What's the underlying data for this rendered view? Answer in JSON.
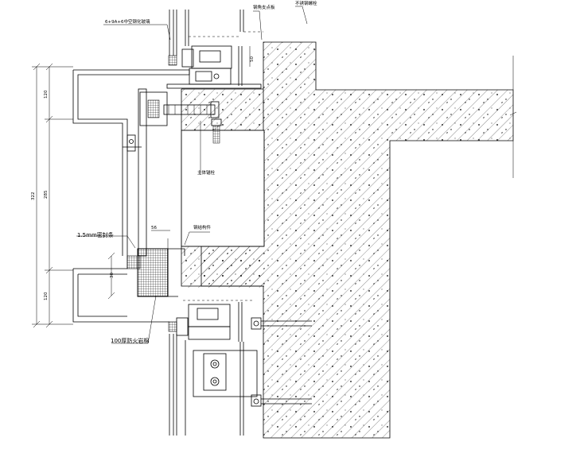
{
  "labels": {
    "glass_spec": "6+9A+6中空钢化玻璃",
    "label_top_mid": "钢角支点板",
    "label_top_right": "不锈钢螺栓",
    "anchor_label": "主体锚栓",
    "steel_member_label": "钢结构件",
    "sealant_label": "1.5mm密封条",
    "fire_label": "100厚防火岩棉"
  },
  "dimensions": {
    "left_outer_total": "322",
    "left_top": "120",
    "left_mid": "285",
    "left_bottom": "120",
    "small_right_top": "50",
    "small_bottom_a": "56",
    "small_bottom_b": "30"
  },
  "colors": {
    "line": "#000000",
    "background": "#ffffff"
  }
}
